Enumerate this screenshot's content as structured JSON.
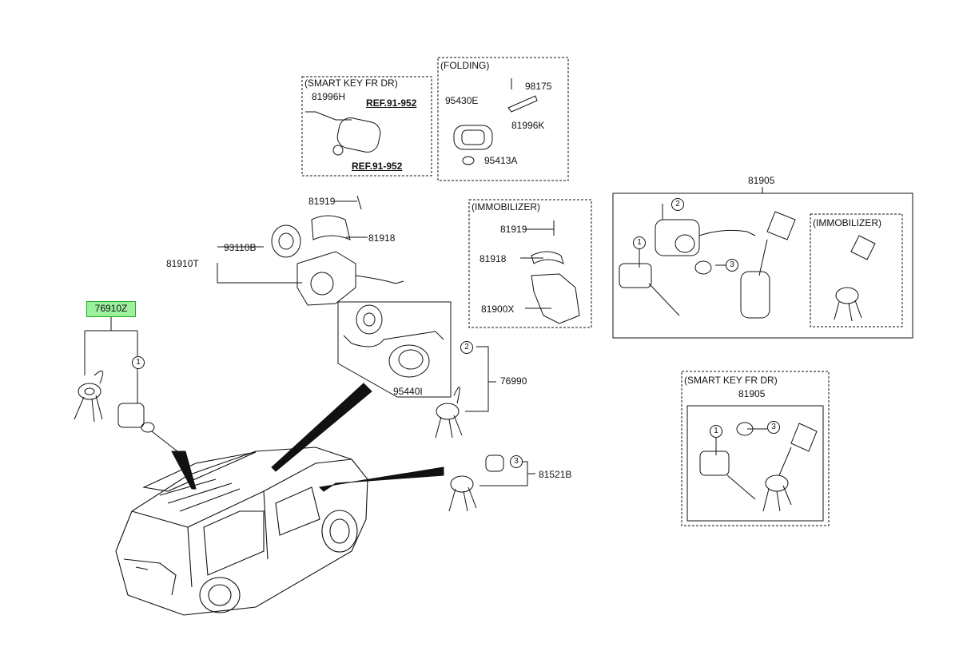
{
  "parts": {
    "p76910Z": "76910Z",
    "p81910T": "81910T",
    "p93110B": "93110B",
    "p81919a": "81919",
    "p81918a": "81918",
    "p81996H": "81996H",
    "ref1": "REF.91-952",
    "ref2": "REF.91-952",
    "p95430E": "95430E",
    "p98175": "98175",
    "p81996K": "81996K",
    "p95413A": "95413A",
    "p81919b": "81919",
    "p81918b": "81918",
    "p81900X": "81900X",
    "p95440I": "95440I",
    "p76990": "76990",
    "p81521B": "81521B",
    "p81905a": "81905",
    "p81905b": "81905"
  },
  "groups": {
    "smart_key_fr_dr_top": "(SMART KEY FR DR)",
    "folding": "(FOLDING)",
    "immobilizer_mid": "(IMMOBILIZER)",
    "immobilizer_right": "(IMMOBILIZER)",
    "smart_key_fr_dr_bottom": "(SMART KEY FR DR)"
  },
  "callouts": {
    "c1_left": "1",
    "c2_mid": "2",
    "c3_mid": "3",
    "c1_right": "1",
    "c2_right": "2",
    "c3_right": "3",
    "c1_bottom": "1",
    "c3_bottom": "3"
  },
  "colors": {
    "highlight_fill": "#9cf09c",
    "highlight_border": "#1fae1f",
    "line": "#111111"
  }
}
